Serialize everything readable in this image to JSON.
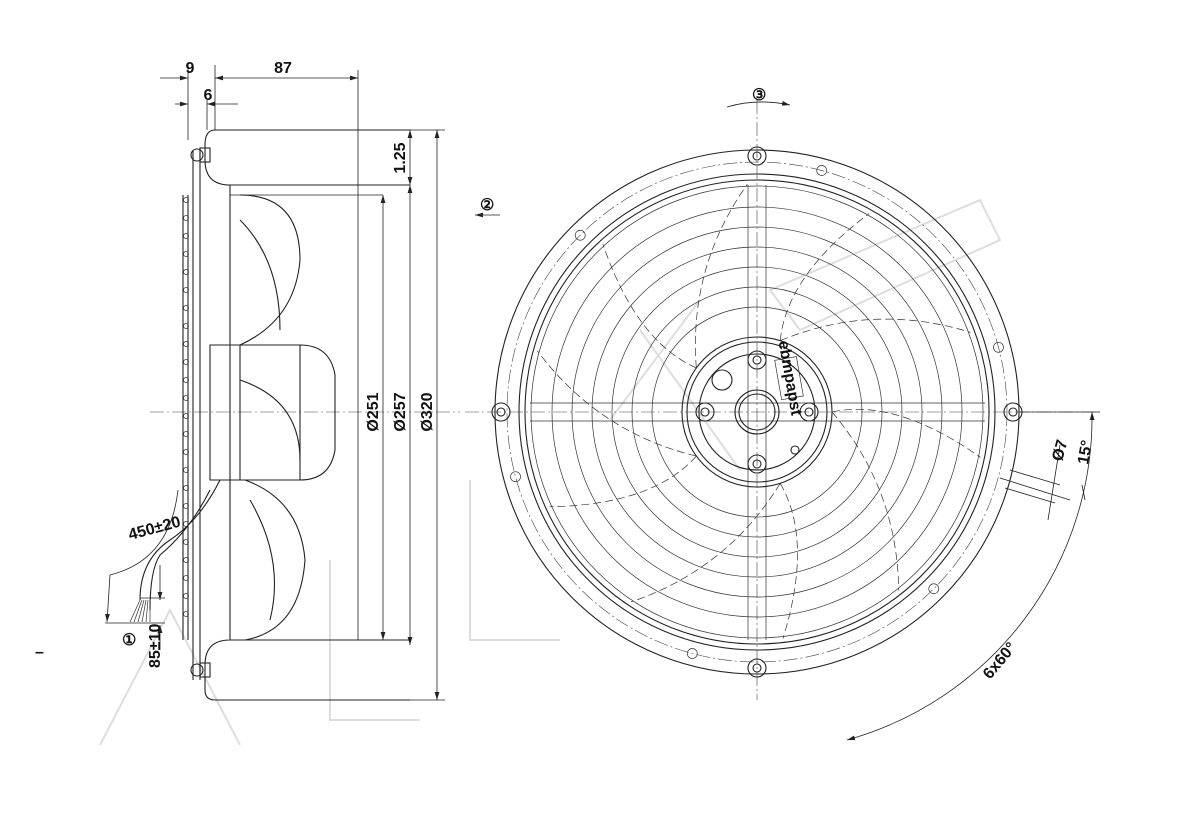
{
  "side_view": {
    "dim_flange": "9",
    "dim_depth": "87",
    "dim_lip": "6",
    "dim_offset": "1.25",
    "dia_inner": "Ø251",
    "dia_mid": "Ø257",
    "dia_outer": "Ø320",
    "cable_length": "450±20",
    "strip_length": "85±10",
    "marker_cable": "①",
    "dash_mark": "–"
  },
  "front_view": {
    "marker_airflow": "②",
    "marker_rotation": "③",
    "hole_dia": "Ø7",
    "hole_angle": "15°",
    "hole_pattern": "6x60°",
    "label_brand": "ebmpapst"
  },
  "colors": {
    "line": "#222222",
    "watermark": "#dddddd"
  }
}
